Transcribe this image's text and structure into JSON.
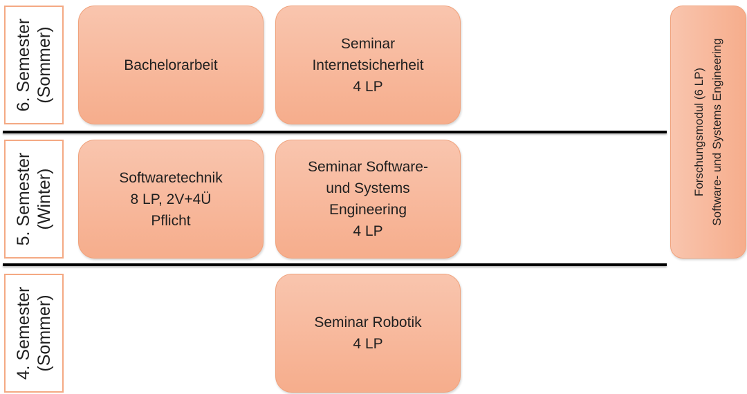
{
  "semesters": [
    {
      "line1": "6. Semester",
      "line2": "(Sommer)"
    },
    {
      "line1": "5. Semester",
      "line2": "(Winter)"
    },
    {
      "line1": "4. Semester",
      "line2": "(Sommer)"
    }
  ],
  "modules": {
    "bachelorarbeit": {
      "line1": "Bachelorarbeit"
    },
    "internetsicherheit": {
      "line1": "Seminar",
      "line2": "Internetsicherheit",
      "line3": "4 LP"
    },
    "softwaretechnik": {
      "line1": "Softwaretechnik",
      "line2": "8 LP, 2V+4Ü",
      "line3": "Pflicht"
    },
    "sse_seminar": {
      "line1": "Seminar Software-",
      "line2": "und Systems",
      "line3": "Engineering",
      "line4": "4 LP"
    },
    "robotik": {
      "line1": "Seminar Robotik",
      "line2": "4 LP"
    }
  },
  "research_module": {
    "line1": "Forschungsmodul (6 LP)",
    "line2": "Software- und Systems Engineering"
  },
  "colors": {
    "box_fill_top": "#f9c5ae",
    "box_fill_bottom": "#f6ad8c",
    "box_border": "#f4a983",
    "divider": "#000000"
  }
}
